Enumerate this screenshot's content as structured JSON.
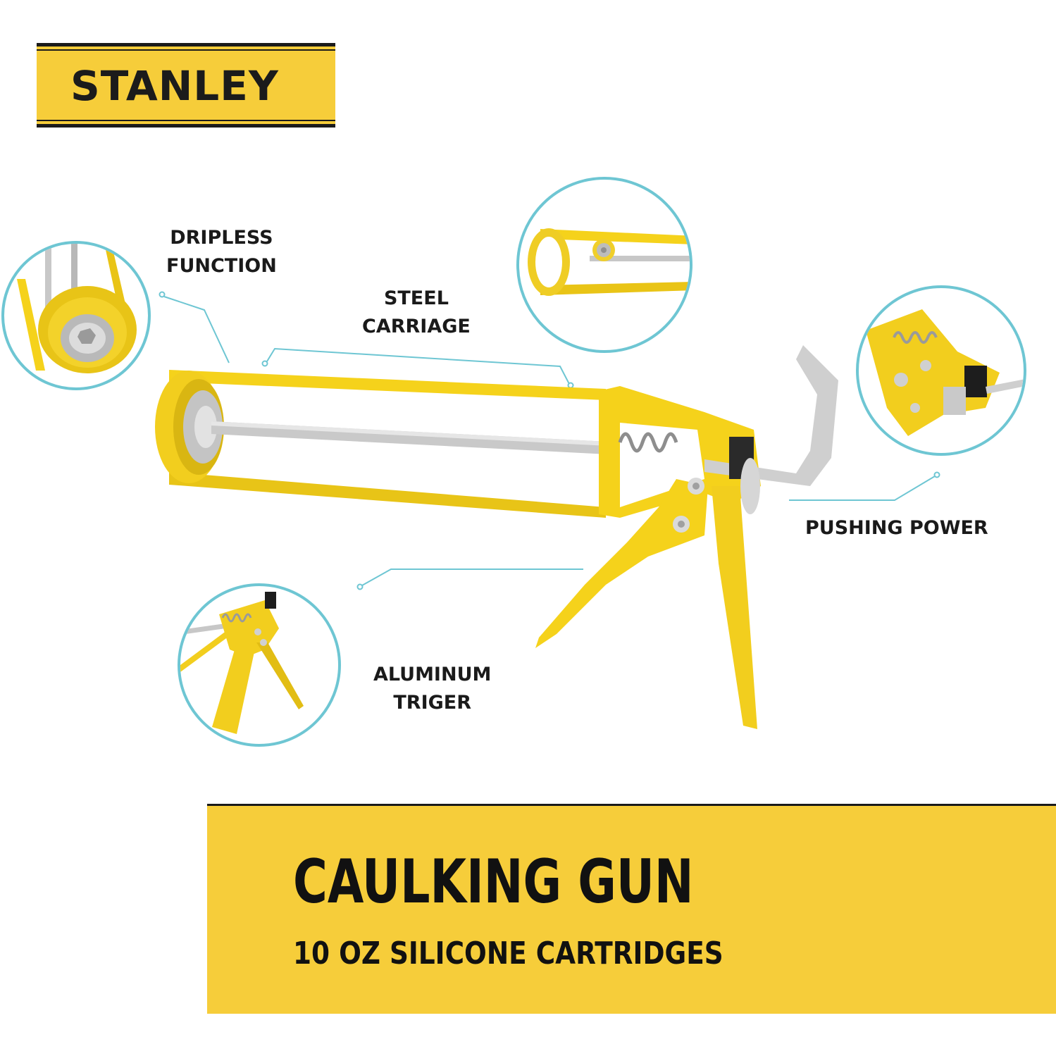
{
  "brand": {
    "name": "STANLEY"
  },
  "callouts": {
    "dripless": {
      "line1": "DRIPLESS",
      "line2": "FUNCTION"
    },
    "carriage": {
      "line1": "STEEL",
      "line2": "CARRIAGE"
    },
    "pushing": {
      "line1": "PUSHING POWER"
    },
    "trigger": {
      "line1": "ALUMINUM",
      "line2": "TRIGER"
    }
  },
  "banner": {
    "title": "CAULKING GUN",
    "subtitle": "10 OZ SILICONE CARTRIDGES"
  },
  "colors": {
    "brand_yellow": "#f6cd3a",
    "gun_yellow": "#f5d21b",
    "accent_teal": "#6ec6d3",
    "text_dark": "#1a1a1a"
  }
}
